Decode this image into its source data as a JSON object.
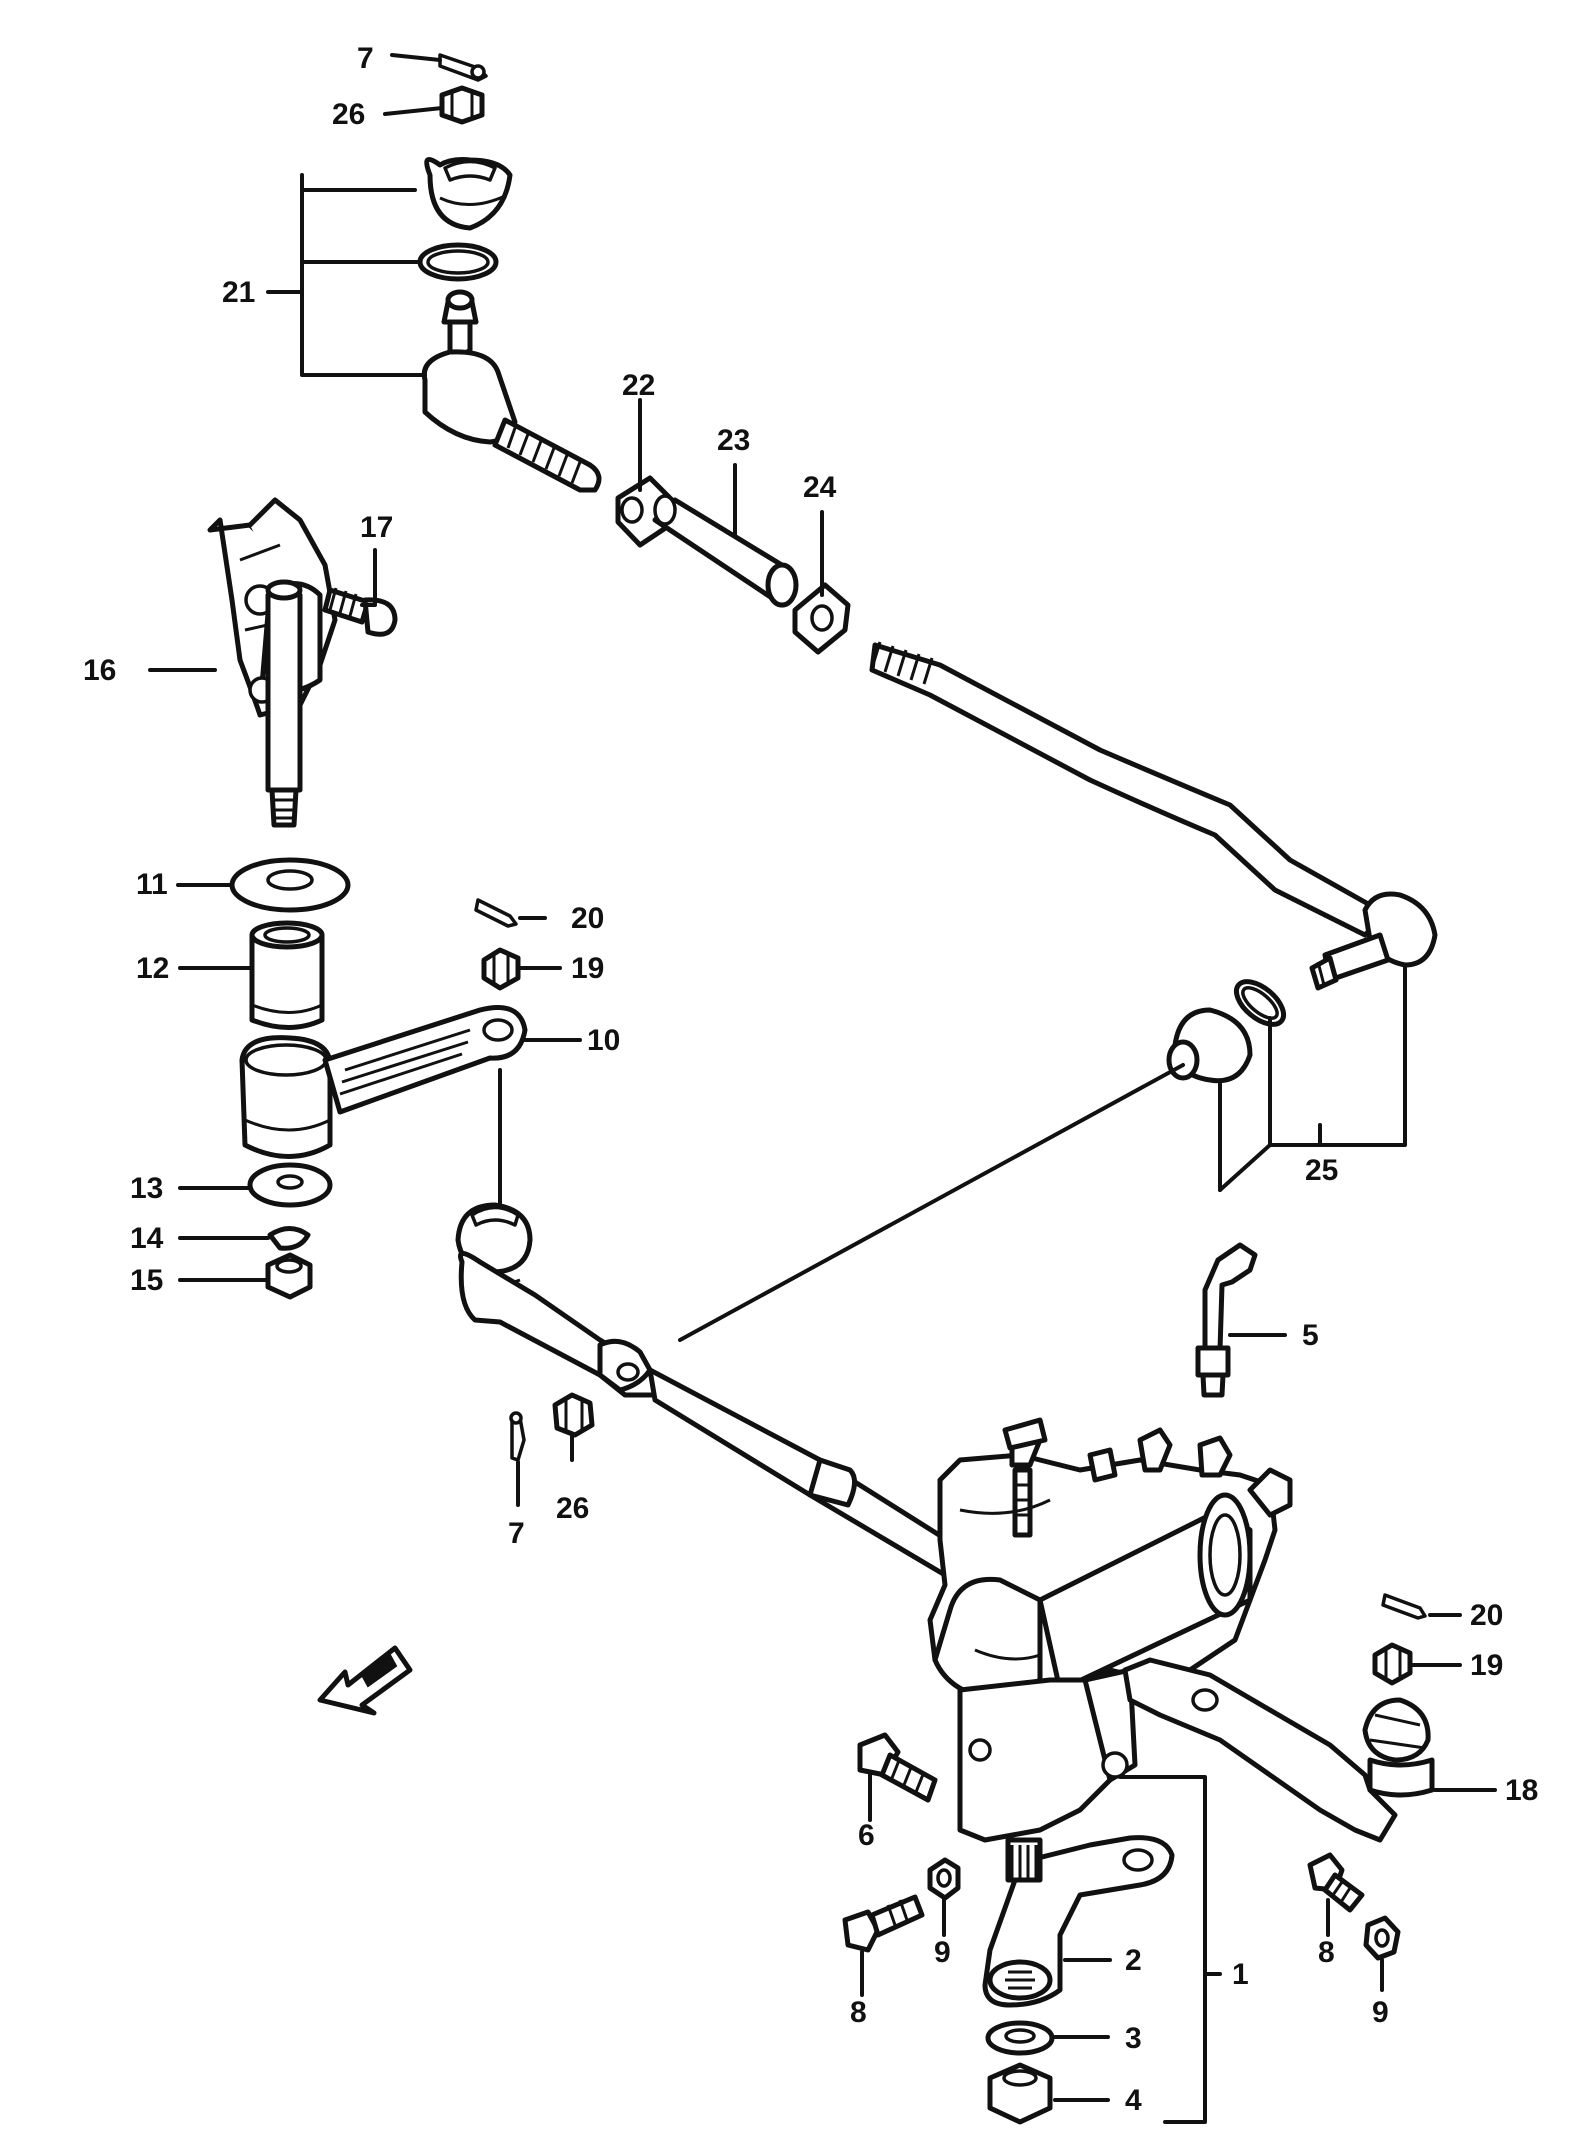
{
  "callouts": [
    {
      "id": "c7a",
      "label": "7"
    },
    {
      "id": "c26a",
      "label": "26"
    },
    {
      "id": "c21",
      "label": "21"
    },
    {
      "id": "c22",
      "label": "22"
    },
    {
      "id": "c23",
      "label": "23"
    },
    {
      "id": "c24",
      "label": "24"
    },
    {
      "id": "c17",
      "label": "17"
    },
    {
      "id": "c16",
      "label": "16"
    },
    {
      "id": "c11",
      "label": "11"
    },
    {
      "id": "c12",
      "label": "12"
    },
    {
      "id": "c20a",
      "label": "20"
    },
    {
      "id": "c19a",
      "label": "19"
    },
    {
      "id": "c10",
      "label": "10"
    },
    {
      "id": "c25",
      "label": "25"
    },
    {
      "id": "c13",
      "label": "13"
    },
    {
      "id": "c14",
      "label": "14"
    },
    {
      "id": "c15",
      "label": "15"
    },
    {
      "id": "c5",
      "label": "5"
    },
    {
      "id": "c7b",
      "label": "7"
    },
    {
      "id": "c26b",
      "label": "26"
    },
    {
      "id": "c20b",
      "label": "20"
    },
    {
      "id": "c19b",
      "label": "19"
    },
    {
      "id": "c18",
      "label": "18"
    },
    {
      "id": "c6",
      "label": "6"
    },
    {
      "id": "c1",
      "label": "1"
    },
    {
      "id": "c8a",
      "label": "8"
    },
    {
      "id": "c9a",
      "label": "9"
    },
    {
      "id": "c2",
      "label": "2"
    },
    {
      "id": "c8b",
      "label": "8"
    },
    {
      "id": "c9b",
      "label": "9"
    },
    {
      "id": "c3",
      "label": "3"
    },
    {
      "id": "c4",
      "label": "4"
    }
  ],
  "icons": {
    "front_arrow": "front-direction-arrow-icon"
  }
}
